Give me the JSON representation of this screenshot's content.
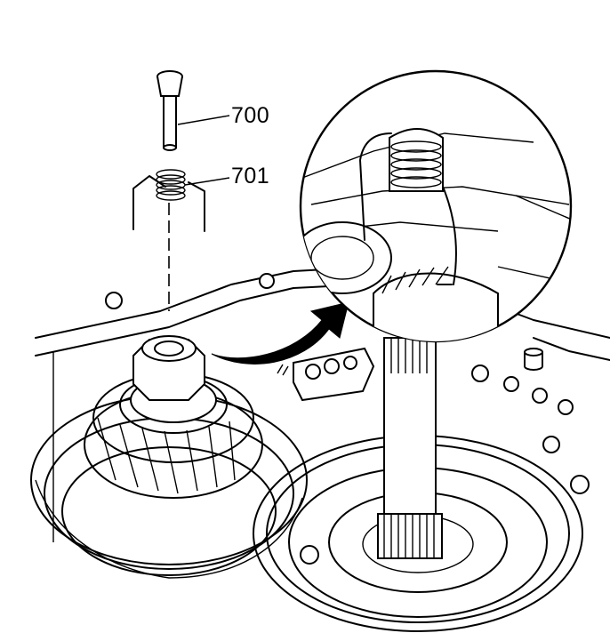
{
  "figure": {
    "callouts": [
      {
        "id": "700",
        "label": "700"
      },
      {
        "id": "701",
        "label": "701"
      }
    ]
  }
}
